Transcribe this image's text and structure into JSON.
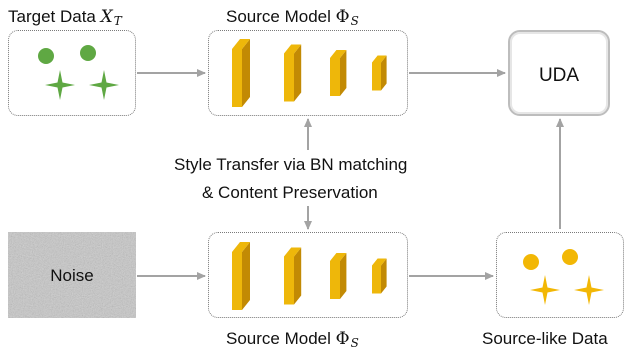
{
  "labels": {
    "target_data_text": "Target Data ",
    "target_data_var": "X",
    "target_data_sub": "T",
    "source_model_text": "Source Model ",
    "source_model_sym": "Φ",
    "source_model_sub": "S",
    "uda": "UDA",
    "style_transfer_line1": "Style Transfer via BN matching",
    "style_transfer_line2": "& Content Preservation",
    "noise": "Noise",
    "source_like_data": "Source-like Data"
  },
  "colors": {
    "green": "#5fa843",
    "gold": "#f2b705",
    "block_front": "#eeb70a",
    "block_side": "#c28a04",
    "arrow": "#a3a3a3",
    "noise_bg": "#c8c8c8"
  }
}
